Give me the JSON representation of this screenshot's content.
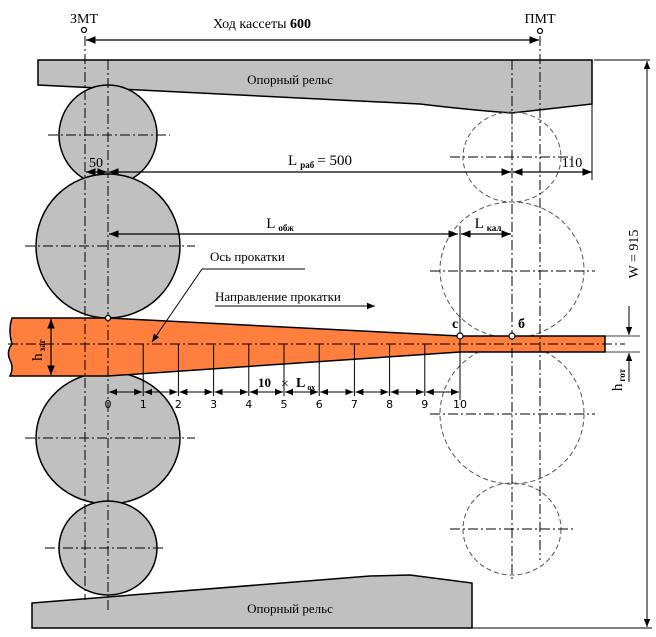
{
  "labels": {
    "zmt": "ЗМТ",
    "pmt": "ПМТ",
    "stroke_text": "Ход кассеты",
    "stroke_value": "600",
    "top_rail": "Опорный рельс",
    "bottom_rail": "Опорный рельс",
    "dim_50": "50",
    "l_rab_main": "L",
    "l_rab_sub": "раб",
    "l_rab_value": "= 500",
    "dim_110": "110",
    "l_obzh_main": "L",
    "l_obzh_sub": "обж",
    "l_kal_main": "L",
    "l_kal_sub": "кал",
    "w_label": "W = 915",
    "axis_label": "Ось прокатки",
    "direction_label": "Направление прокатки",
    "h_zag_main": "h",
    "h_zag_sub": "заг",
    "h_got_main": "h",
    "h_got_sub": "гот",
    "point_c": "с",
    "point_b": "б",
    "seg_count": "10",
    "seg_times": "×",
    "seg_l_main": "L",
    "seg_l_sub": "ох"
  },
  "division_marks": [
    "0",
    "1",
    "2",
    "3",
    "4",
    "5",
    "6",
    "7",
    "8",
    "9",
    "10"
  ],
  "colors": {
    "rail_fill": "#c0c0c0",
    "roll_fill": "#c0c0c0",
    "strip_fill": "#ff7f3f",
    "line": "#000000"
  }
}
